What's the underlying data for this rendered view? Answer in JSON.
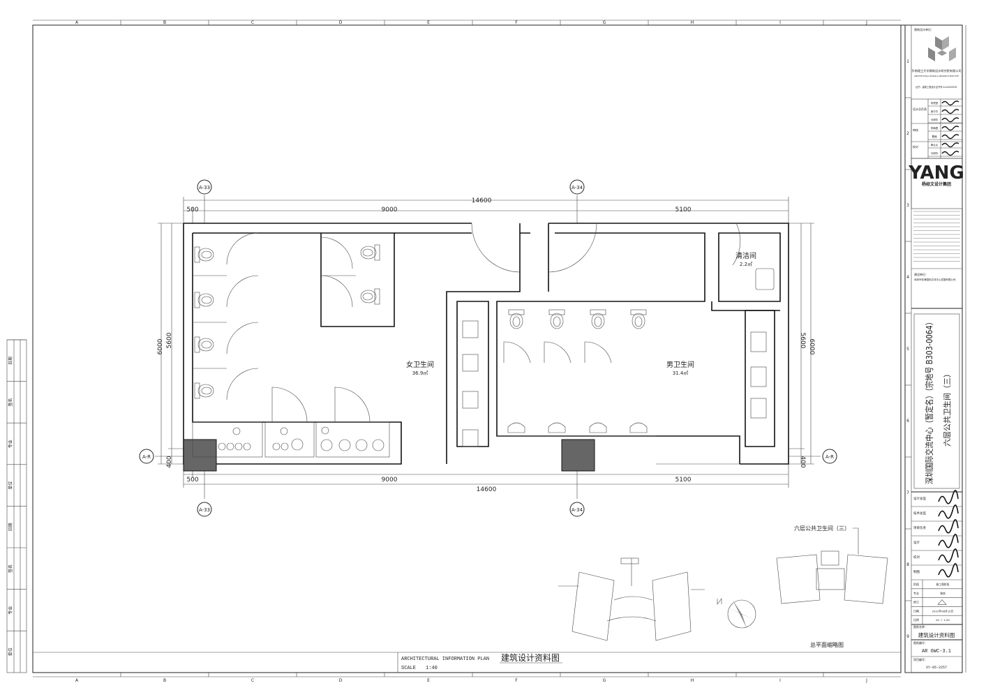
{
  "grid": {
    "columns": [
      "A",
      "B",
      "C",
      "D",
      "E",
      "F",
      "G",
      "H",
      "I",
      "J"
    ],
    "rows": [
      "1",
      "2",
      "3",
      "4",
      "5",
      "6",
      "7",
      "8",
      "9"
    ]
  },
  "left_strip": [
    "日期",
    "签名",
    "专业",
    "单位",
    "日期",
    "签名",
    "专业",
    "单位"
  ],
  "plan": {
    "axes": {
      "a33": "A-33",
      "a34": "A-34",
      "ar": "A-R"
    },
    "dims": {
      "total": "14600",
      "d500": "500",
      "d9000": "9000",
      "d5100": "5100",
      "h6000": "6000",
      "h5600": "5600",
      "h400": "400"
    },
    "rooms": [
      {
        "name": "女卫生间",
        "area": "36.9㎡"
      },
      {
        "name": "男卫生间",
        "area": "31.4㎡"
      },
      {
        "name": "清洁间",
        "area": "2.2㎡"
      }
    ]
  },
  "key_plan": {
    "callout": "六层公共卫生间（三）",
    "caption": "总平面缩略图"
  },
  "drawing_title": {
    "en": "ARCHITECTURAL INFORMATION PLAN",
    "cn": "建筑设计资料图",
    "scale_label": "SCALE",
    "scale_value": "1:40"
  },
  "title_block": {
    "institute_cert": "建筑设计单位：",
    "institute": "华南理工大学建筑设计研究院有限公司",
    "institute_en": "ARCHITECTURAL DESIGN & RESEARCH INSTITUTE",
    "cert_line": "证书：建筑工程设计证书号 A144000291",
    "roles": [
      "设计总负责",
      "审核",
      "校对"
    ],
    "names": [
      "何镜堂",
      "吴中平",
      "马明华",
      "李梅霞",
      "曹楠",
      "黄炎炎",
      "马明华"
    ],
    "logo": "YANG",
    "logo_sub": "杨经文设计集团",
    "client_label": "建设单位：",
    "client": "深圳市前海国际交流中心发展有限公司",
    "project_title": "深圳国际交流中心（暂定名）（宗地号 B303-0064）",
    "sheet_subtitle": "六层公共卫生间（三）",
    "sign_roles": [
      "设计总监",
      "技术总监",
      "项目负责",
      "设计",
      "校对",
      "制图"
    ],
    "stage_label": "阶段",
    "stage": "施工图阶段",
    "discipline_label": "专业",
    "discipline": "装饰",
    "revision_label": "修订",
    "date_label": "日期",
    "date": "2022年08月15日",
    "scale_label": "比例",
    "scale": "A2 ＝ 1:40",
    "drawing_name_label": "图纸名称：",
    "drawing_name": "建筑设计资料图",
    "drawing_no_label": "图纸编号：",
    "drawing_no": "AR 6WC-3.1",
    "project_no_label": "项目编号：",
    "project_no": "XY-05-2257"
  }
}
